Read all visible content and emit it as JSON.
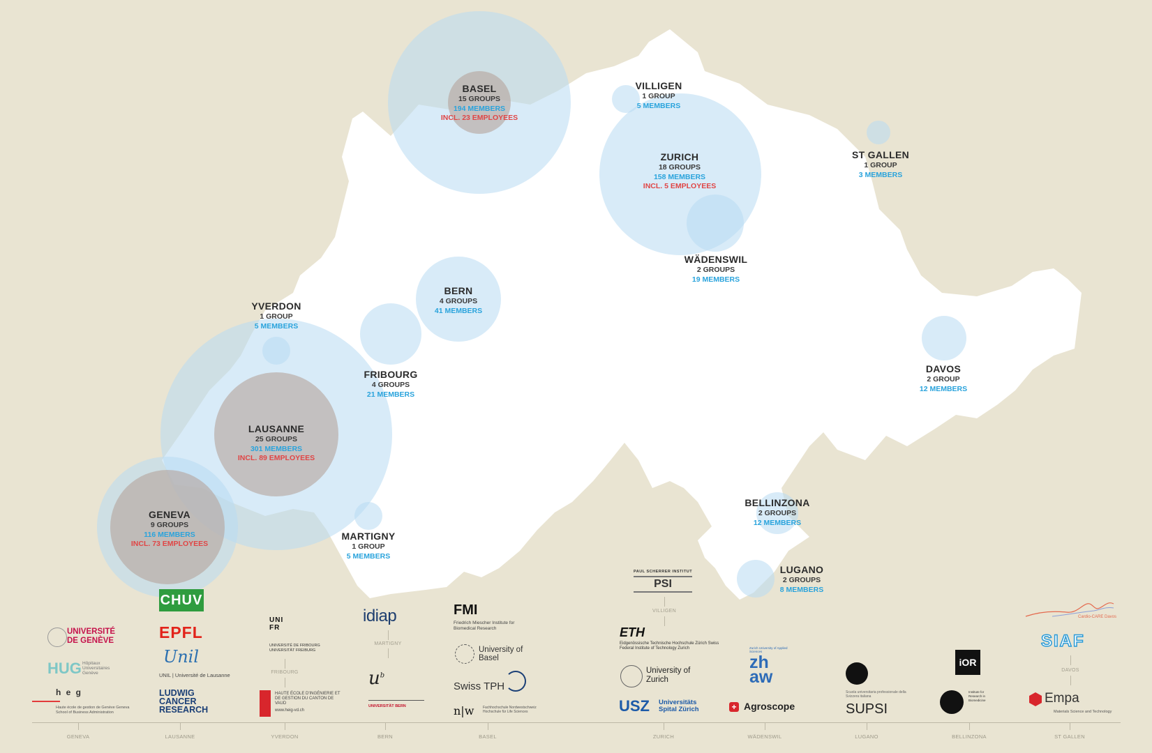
{
  "colors": {
    "background": "#e9e4d2",
    "country": "#ffffff",
    "groups_text": "#3a3a3a",
    "members_text": "#29a3dc",
    "employees_text": "#e04545",
    "members_circle": "#b8daf2",
    "employees_circle": "#b5a49b"
  },
  "cities": {
    "basel": {
      "city": "BASEL",
      "groups": "15 GROUPS",
      "members": "194 MEMBERS",
      "employees": "INCL. 23 EMPLOYEES"
    },
    "villigen": {
      "city": "VILLIGEN",
      "groups": "1 GROUP",
      "members": "5 MEMBERS"
    },
    "zurich": {
      "city": "ZURICH",
      "groups": "18 GROUPS",
      "members": "158 MEMBERS",
      "employees": "INCL. 5 EMPLOYEES"
    },
    "stgallen": {
      "city": "ST GALLEN",
      "groups": "1 GROUP",
      "members": "3 MEMBERS"
    },
    "wadenswil": {
      "city": "WÄDENSWIL",
      "groups": "2 GROUPS",
      "members": "19 MEMBERS"
    },
    "bern": {
      "city": "BERN",
      "groups": "4 GROUPS",
      "members": "41 MEMBERS"
    },
    "yverdon": {
      "city": "YVERDON",
      "groups": "1 GROUP",
      "members": "5 MEMBERS"
    },
    "fribourg": {
      "city": "FRIBOURG",
      "groups": "4 GROUPS",
      "members": "21 MEMBERS"
    },
    "lausanne": {
      "city": "LAUSANNE",
      "groups": "25 GROUPS",
      "members": "301 MEMBERS",
      "employees": "INCL. 89 EMPLOYEES"
    },
    "davos": {
      "city": "DAVOS",
      "groups": "2 GROUP",
      "members": "12 MEMBERS"
    },
    "geneva": {
      "city": "GENEVA",
      "groups": "9 GROUPS",
      "members": "116 MEMBERS",
      "employees": "INCL. 73 EMPLOYEES"
    },
    "martigny": {
      "city": "MARTIGNY",
      "groups": "1 GROUP",
      "members": "5 MEMBERS"
    },
    "bellinzona": {
      "city": "BELLINZONA",
      "groups": "2 GROUPS",
      "members": "12 MEMBERS"
    },
    "lugano": {
      "city": "LUGANO",
      "groups": "2 GROUPS",
      "members": "8 MEMBERS"
    }
  },
  "logos": {
    "chuv": "CHUV",
    "unige": "UNIVERSITÉ DE GENÈVE",
    "hug": "HUG",
    "hug_sub": "Hôpitaux Universitaires Genève",
    "heg": "h e g",
    "heg_sub": "Haute école de gestion de Genève Geneva School of Business Administration",
    "epfl": "EPFL",
    "unil": "Unil",
    "unil_sub": "UNIL | Université de Lausanne",
    "ludwig": "LUDWIG CANCER RESEARCH",
    "unifr": "UNI FR",
    "unifr_sub": "UNIVERSITÉ DE FRIBOURG UNIVERSITÄT FREIBURG",
    "heigvd": "HAUTE ÉCOLE D'INGÉNIERIE ET DE GESTION DU CANTON DE VAUD",
    "heigvd_url": "www.heig-vd.ch",
    "idiap": "idiap",
    "unibe": "UNIVERSITÄT BERN",
    "fmi": "FMI",
    "fmi_sub": "Friedrich Miescher Institute for Biomedical Research",
    "unibas": "University of Basel",
    "swisstph": "Swiss TPH",
    "fhnw": "n|w",
    "fhnw_sub": "Fachhochschule Nordwestschweiz Hochschule für Life Sciences",
    "psi_top": "PAUL SCHERRER INSTITUT",
    "psi": "PSI",
    "eth": "ETH",
    "eth_sub": "Eidgenössische Technische Hochschule Zürich Swiss Federal Institute of Technology Zurich",
    "uzh": "University of Zurich",
    "usz": "USZ",
    "usz_sub": "Universitäts Spital Zürich",
    "zhaw": "zh aw",
    "zhaw_sub": "Zurich University of Applied Sciences",
    "agroscope": "Agroscope",
    "supsi": "SUPSI",
    "supsi_sub": "Scuola universitaria professionale della Svizzera italiana",
    "ior": "iOR",
    "irb": "Institute for Research in Biomedicine",
    "cardiocare": "Cardio-CARE Davos",
    "siaf": "SIAF",
    "empa": "Empa",
    "empa_sub": "Materials Science and Technology"
  },
  "city_tags": {
    "martigny": "MARTIGNY",
    "fribourg": "FRIBOURG",
    "villigen": "VILLIGEN",
    "davos": "DAVOS"
  },
  "axis_labels": [
    "GENEVA",
    "LAUSANNE",
    "YVERDON",
    "BERN",
    "BASEL",
    "ZURICH",
    "WÄDENSWIL",
    "LUGANO",
    "BELLINZONA",
    "ST GALLEN"
  ]
}
